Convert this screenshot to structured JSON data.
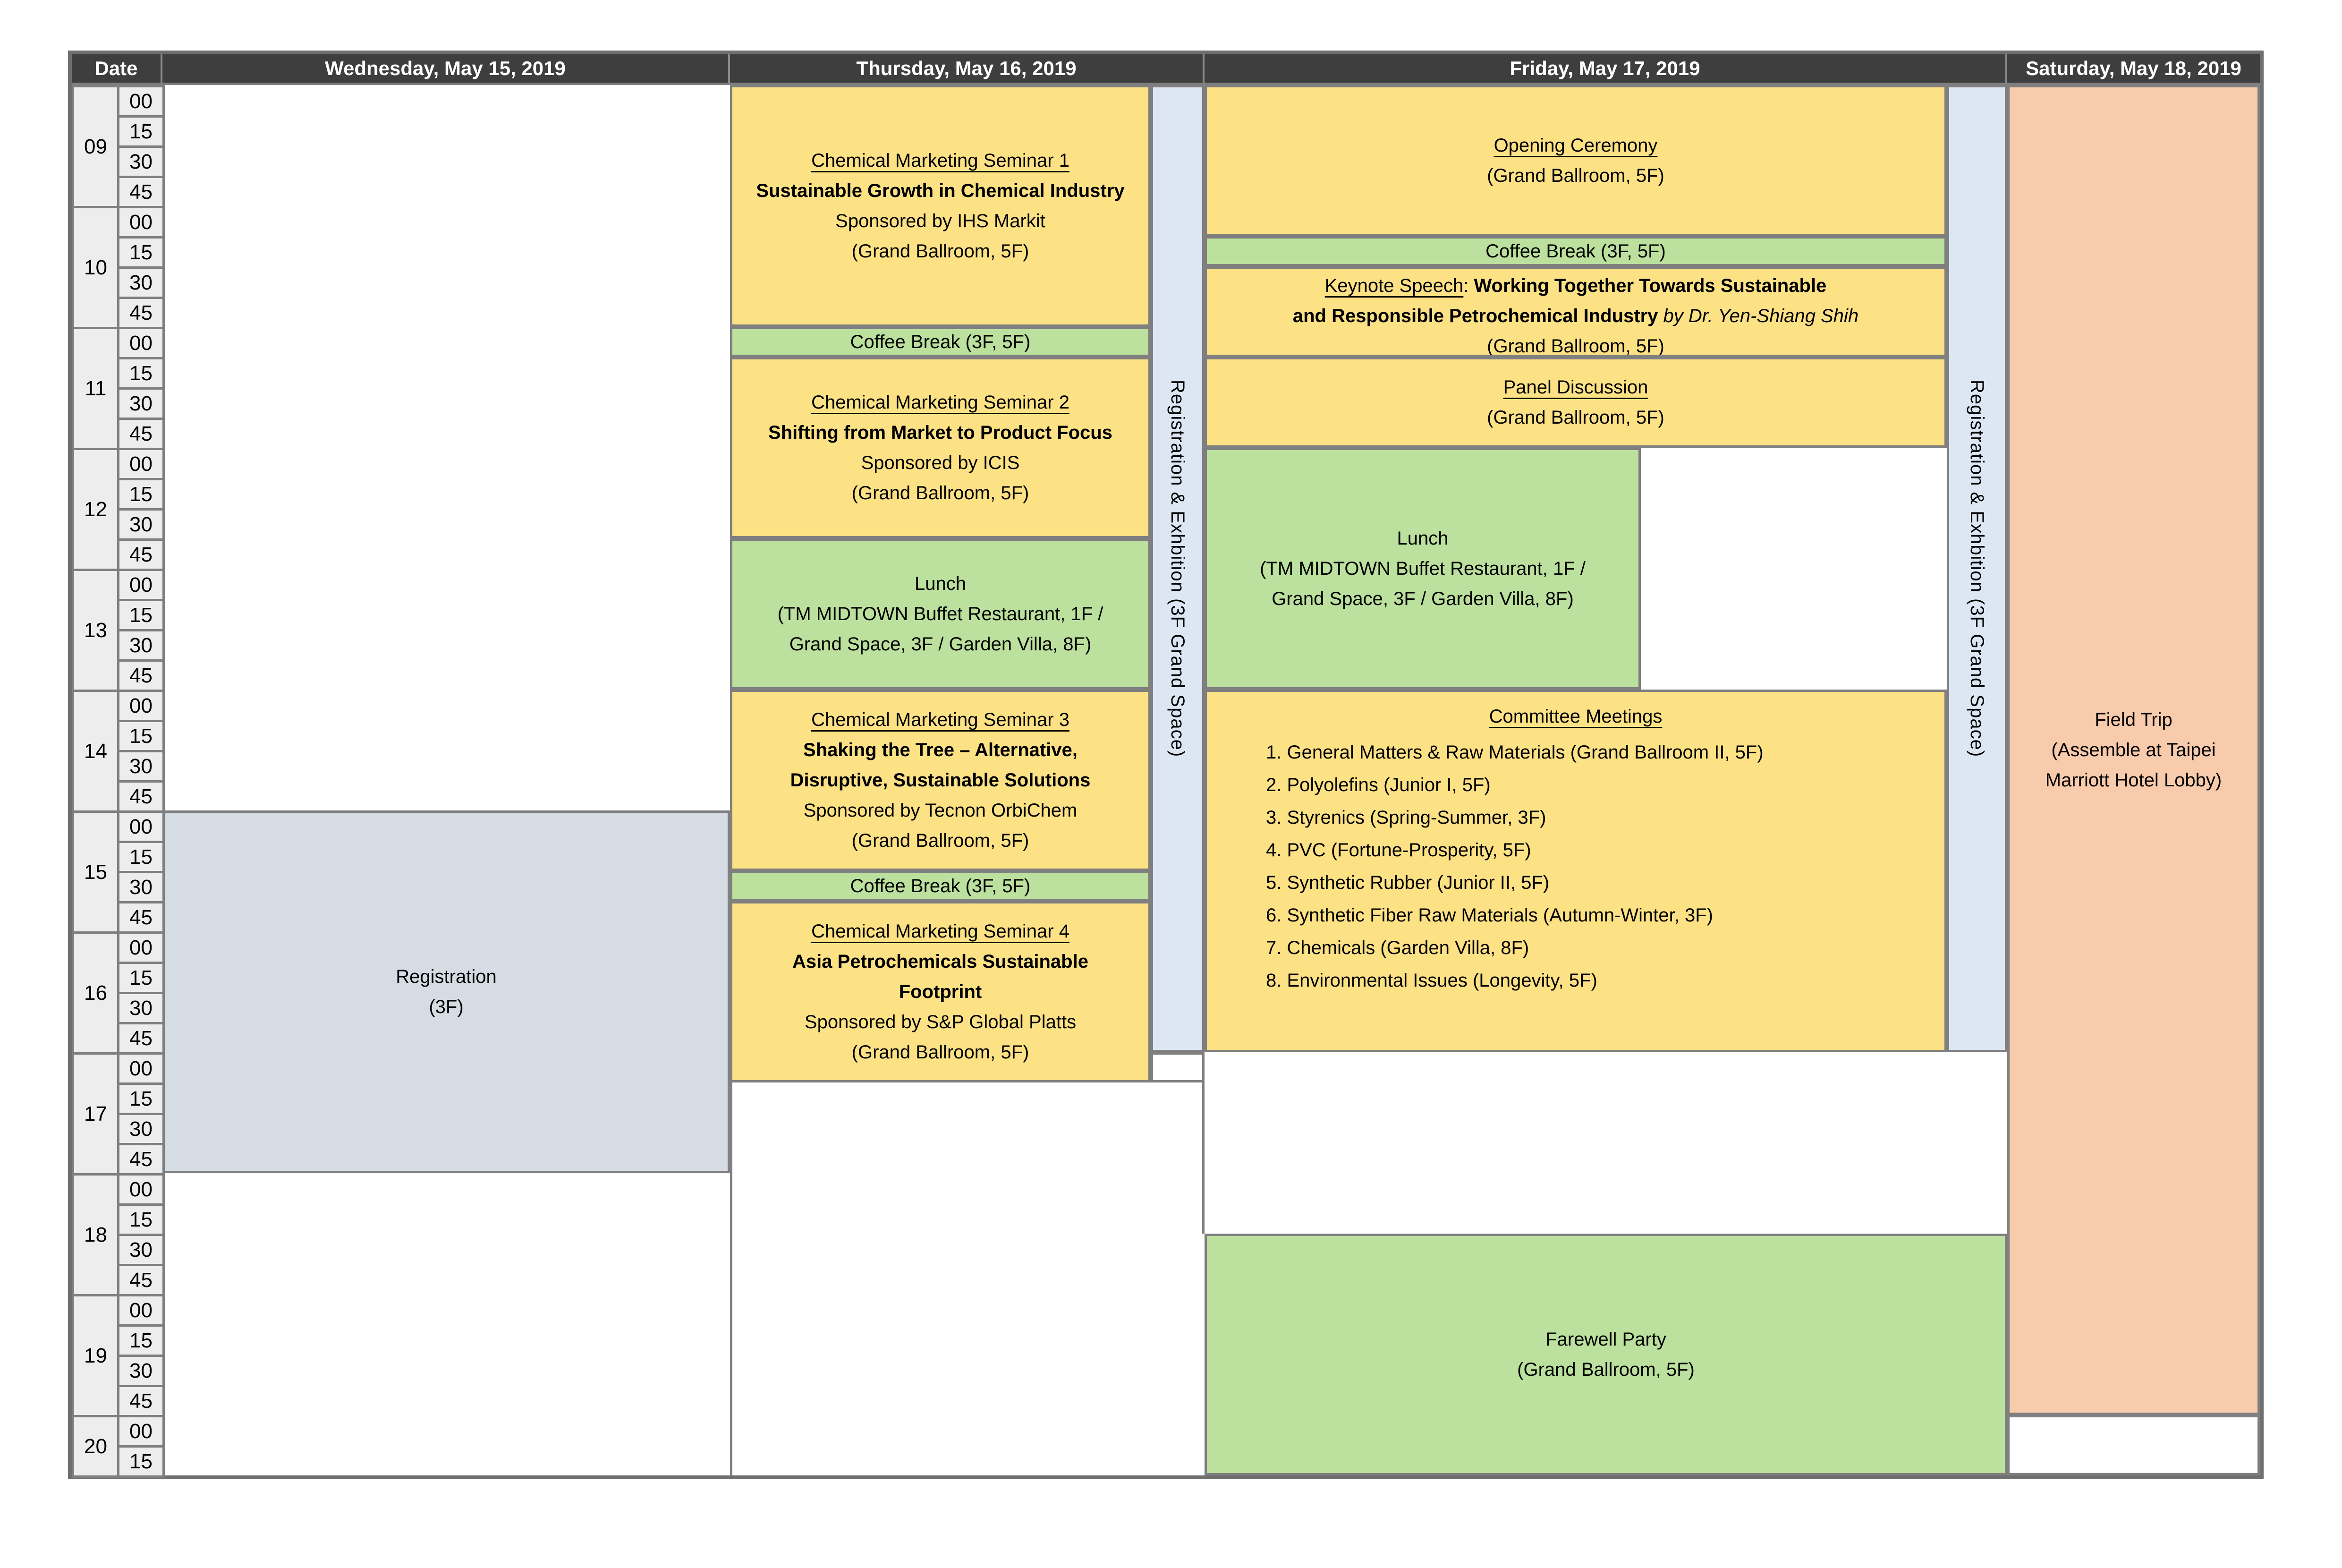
{
  "header": {
    "date": "Date",
    "wednesday": "Wednesday, May 15, 2019",
    "thursday": "Thursday, May 16, 2019",
    "friday": "Friday, May 17, 2019",
    "saturday": "Saturday, May 18, 2019"
  },
  "time": {
    "hours": [
      {
        "hour": "09",
        "minutes": [
          "00",
          "15",
          "30",
          "45"
        ]
      },
      {
        "hour": "10",
        "minutes": [
          "00",
          "15",
          "30",
          "45"
        ]
      },
      {
        "hour": "11",
        "minutes": [
          "00",
          "15",
          "30",
          "45"
        ]
      },
      {
        "hour": "12",
        "minutes": [
          "00",
          "15",
          "30",
          "45"
        ]
      },
      {
        "hour": "13",
        "minutes": [
          "00",
          "15",
          "30",
          "45"
        ]
      },
      {
        "hour": "14",
        "minutes": [
          "00",
          "15",
          "30",
          "45"
        ]
      },
      {
        "hour": "15",
        "minutes": [
          "00",
          "15",
          "30",
          "45"
        ]
      },
      {
        "hour": "16",
        "minutes": [
          "00",
          "15",
          "30",
          "45"
        ]
      },
      {
        "hour": "17",
        "minutes": [
          "00",
          "15",
          "30",
          "45"
        ]
      },
      {
        "hour": "18",
        "minutes": [
          "00",
          "15",
          "30",
          "45"
        ]
      },
      {
        "hour": "19",
        "minutes": [
          "00",
          "15",
          "30",
          "45"
        ]
      },
      {
        "hour": "20",
        "minutes": [
          "00",
          "15"
        ]
      }
    ]
  },
  "events": {
    "registration_wed": {
      "title": "Registration",
      "location": "(3F)"
    },
    "seminar1": {
      "title": "Chemical Marketing Seminar 1",
      "subtitle": "Sustainable Growth in Chemical Industry",
      "sponsor": "Sponsored by IHS Markit",
      "location": "(Grand Ballroom, 5F)"
    },
    "coffee_break": {
      "label": "Coffee Break (3F, 5F)"
    },
    "seminar2": {
      "title": "Chemical Marketing Seminar 2",
      "subtitle": "Shifting from Market to Product Focus",
      "sponsor": "Sponsored by ICIS",
      "location": "(Grand Ballroom, 5F)"
    },
    "lunch": {
      "title": "Lunch",
      "location_line1": "(TM MIDTOWN Buffet Restaurant, 1F /",
      "location_line2": "Grand Space, 3F / Garden Villa, 8F)"
    },
    "seminar3": {
      "title": "Chemical Marketing Seminar 3",
      "subtitle_line1": "Shaking the Tree – Alternative,",
      "subtitle_line2": "Disruptive, Sustainable Solutions",
      "sponsor": "Sponsored by Tecnon OrbiChem",
      "location": "(Grand Ballroom, 5F)"
    },
    "seminar4": {
      "title": "Chemical Marketing Seminar 4",
      "subtitle_line1": "Asia Petrochemicals Sustainable",
      "subtitle_line2": "Footprint",
      "sponsor": "Sponsored by S&P Global Platts",
      "location": "(Grand Ballroom, 5F)"
    },
    "registration_exhibition": {
      "label": "Registration & Exhbition (3F Grand Space)"
    },
    "opening": {
      "title": "Opening Ceremony",
      "location": "(Grand Ballroom, 5F)"
    },
    "keynote": {
      "label": "Keynote Speech",
      "separator": ": ",
      "title_line1": "Working Together Towards Sustainable",
      "title_line2": "and Responsible Petrochemical Industry ",
      "speaker": "by Dr. Yen-Shiang Shih",
      "location": "(Grand Ballroom, 5F)"
    },
    "panel": {
      "title": "Panel Discussion",
      "location": "(Grand Ballroom, 5F)"
    },
    "committee": {
      "title": "Committee Meetings",
      "items": [
        "1. General Matters & Raw Materials (Grand Ballroom II, 5F)",
        "2. Polyolefins (Junior I, 5F)",
        "3. Styrenics (Spring-Summer, 3F)",
        "4. PVC (Fortune-Prosperity, 5F)",
        "5. Synthetic Rubber (Junior II, 5F)",
        "6. Synthetic Fiber Raw Materials (Autumn-Winter, 3F)",
        "7. Chemicals (Garden Villa, 8F)",
        "8. Environmental Issues (Longevity, 5F)"
      ]
    },
    "farewell": {
      "title": "Farewell Party",
      "location": "(Grand Ballroom, 5F)"
    },
    "field_trip": {
      "title": "Field Trip",
      "location_line1": "(Assemble at Taipei",
      "location_line2": "Marriott Hotel Lobby)"
    }
  },
  "colors": {
    "seminar_yellow": "#FCE285",
    "break_green": "#BCE09D",
    "registration_blue": "#DDE7F4",
    "registration_gray": "#D5DCE4",
    "fieldtrip_orange": "#F7CBAC",
    "header_bg": "#3E3E3E",
    "grid_line": "#7F7F7F",
    "time_cell_bg": "#EDEDED"
  }
}
